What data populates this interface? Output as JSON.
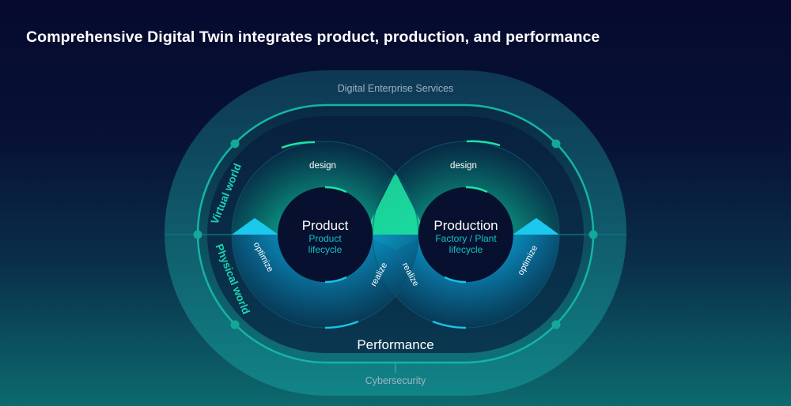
{
  "title": "Comprehensive Digital Twin integrates product, production, and performance",
  "diagram": {
    "outer_ring_label": "Digital Enterprise Services",
    "bottom_label": "Cybersecurity",
    "virtual_world_label": "Virtual world",
    "physical_world_label": "Physical world",
    "performance_label": "Performance",
    "product": {
      "title": "Product",
      "subtitle_line1": "Product",
      "subtitle_line2": "lifecycle",
      "design": "design",
      "optimize": "optimize",
      "realize": "realize"
    },
    "production": {
      "title": "Production",
      "subtitle_line1": "Factory / Plant",
      "subtitle_line2": "lifecycle",
      "design": "design",
      "optimize": "optimize",
      "realize": "realize"
    },
    "colors": {
      "background_top": "#050a2e",
      "background_bottom": "#0c6a6e",
      "virtual_green": "#1de3a5",
      "physical_cyan": "#18c4e6",
      "ring_teal": "#13b4a6",
      "label_gray": "#9fb3c3"
    }
  }
}
